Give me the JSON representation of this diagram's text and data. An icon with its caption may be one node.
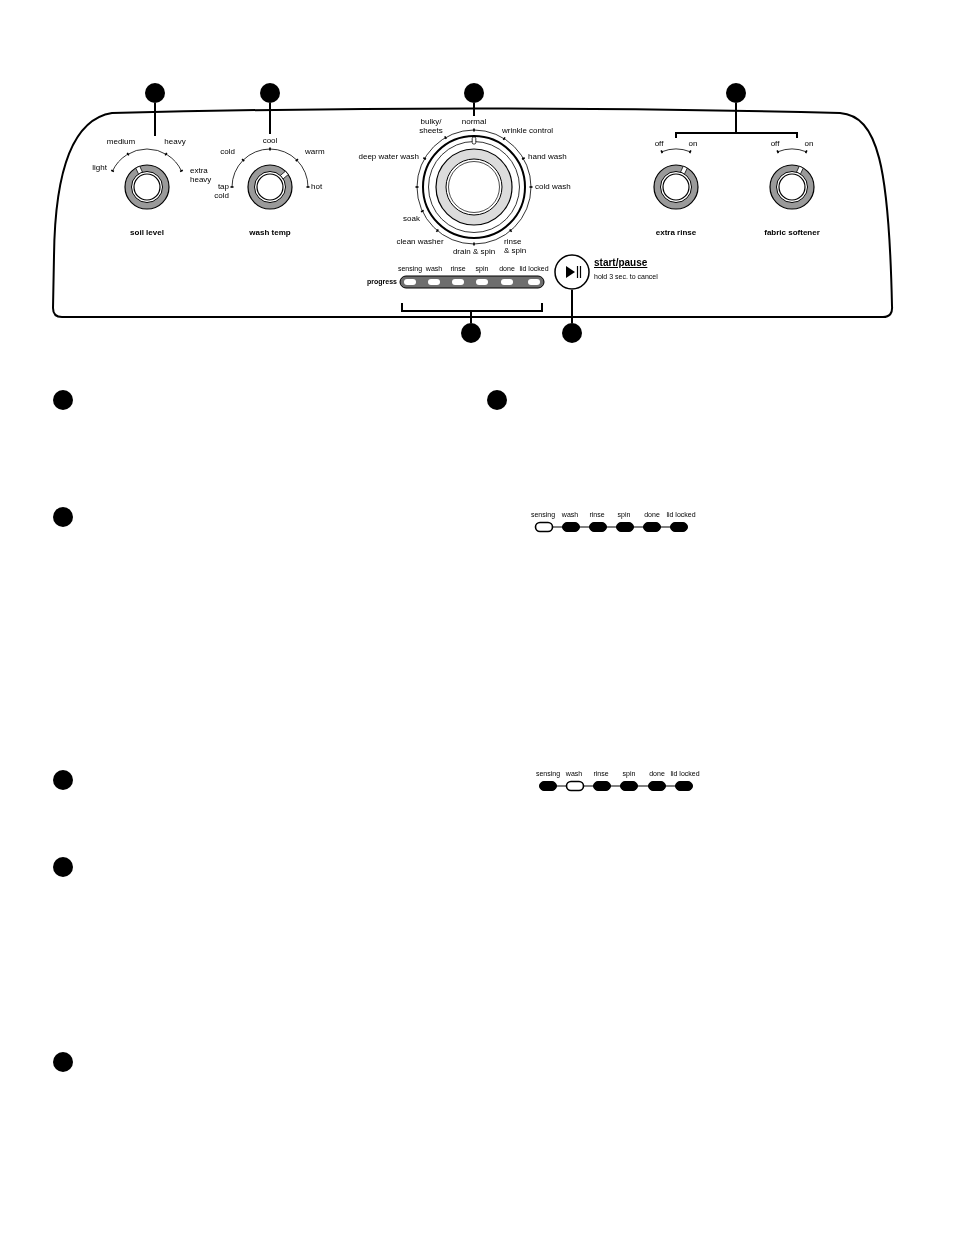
{
  "diagram": {
    "nodes": [
      {
        "text": [],
        "shape": "circle"
      },
      {
        "text": [],
        "shape": "circle"
      },
      {
        "text": [],
        "shape": "circle"
      },
      {
        "text": [],
        "shape": "circle"
      },
      {
        "text": [],
        "shape": "box"
      },
      {
        "text": [
          "soil level"
        ],
        "beside": [
          "light",
          "medium",
          "heavy",
          "extra heavy"
        ],
        "in": 4
      },
      {
        "text": [
          "wash temp"
        ],
        "beside": [
          "tap cold",
          "cold",
          "cool",
          "warm",
          "hot"
        ],
        "in": 4
      },
      {
        "text": [],
        "shape": "circle",
        "beside": [
          "bulky/ sheets",
          "normal",
          "wrinkle control",
          "deep water wash",
          "hand wash",
          "cold wash",
          "soak",
          "clean washer",
          "drain & spin",
          "rinse & spin"
        ],
        "in": 4
      },
      {
        "text": [
          "extra rinse"
        ],
        "beside": [
          "off",
          "on"
        ],
        "in": 4
      },
      {
        "text": [
          "fabric softener"
        ],
        "beside": [
          "off",
          "on"
        ],
        "in": 4
      },
      {
        "text": [
          "progress"
        ],
        "beside": [
          "sensing",
          "wash",
          "rinse",
          "spin",
          "done",
          "lid locked"
        ],
        "in": 4
      },
      {
        "text": [
          "start/pause",
          "hold 3 sec. to cancel"
        ],
        "in": 4
      },
      {
        "text": [],
        "shape": "circle"
      },
      {
        "text": [],
        "shape": "circle"
      },
      {
        "text": [],
        "shape": "circle"
      },
      {
        "text": [],
        "shape": "circle"
      },
      {
        "text": [],
        "shape": "circle"
      },
      {
        "text": [],
        "shape": "bar",
        "beside": [
          "sensing",
          "wash",
          "rinse",
          "spin",
          "done",
          "lid locked"
        ]
      },
      {
        "text": [],
        "shape": "circle"
      },
      {
        "text": [],
        "shape": "bar",
        "beside": [
          "sensing",
          "wash",
          "rinse",
          "spin",
          "done",
          "lid locked"
        ]
      },
      {
        "text": [],
        "shape": "circle"
      },
      {
        "text": [],
        "shape": "circle"
      }
    ],
    "edges": [
      {
        "from": 0,
        "to": 5,
        "arrow": "none"
      },
      {
        "from": 1,
        "to": 6,
        "arrow": "none"
      },
      {
        "from": 2,
        "to": 7,
        "arrow": "none"
      },
      {
        "from": 3,
        "to": 8,
        "arrow": "none"
      },
      {
        "from": 3,
        "to": 9,
        "arrow": "none"
      },
      {
        "from": 12,
        "to": 10,
        "arrow": "none"
      },
      {
        "from": 13,
        "to": 11,
        "arrow": "none"
      }
    ]
  }
}
